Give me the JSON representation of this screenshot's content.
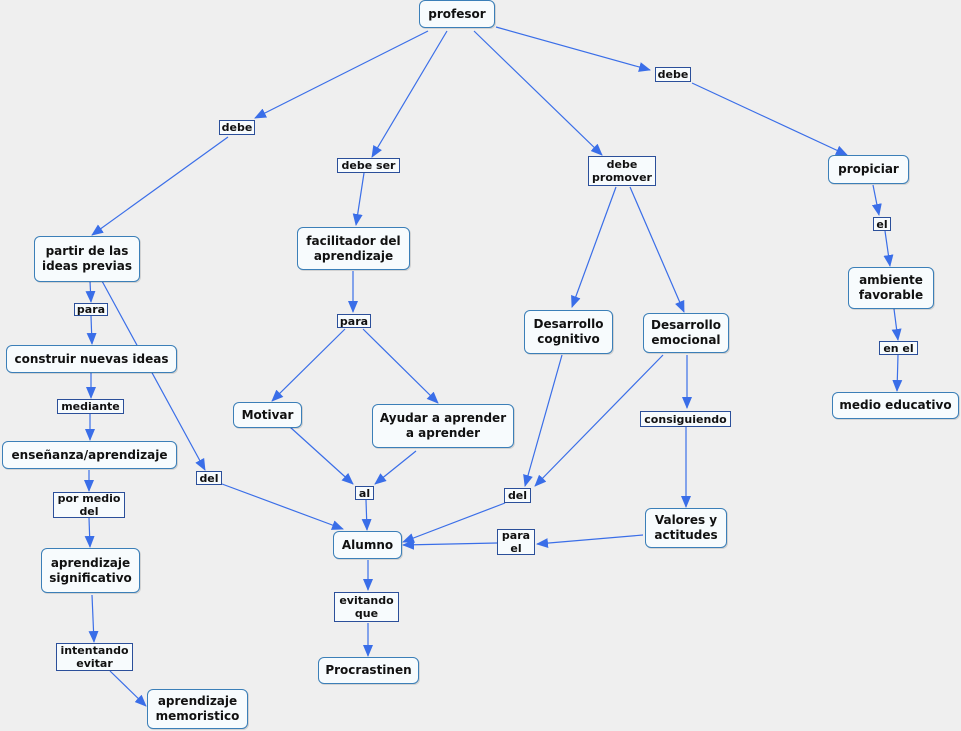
{
  "concepts": {
    "profesor": "profesor",
    "partir": "partir de las\nideas previas",
    "facilitador": "facilitador del\naprendizaje",
    "desarrollo_cognitivo": "Desarrollo\ncognitivo",
    "desarrollo_emocional": "Desarrollo\nemocional",
    "propiciar": "propiciar",
    "ambiente": "ambiente\nfavorable",
    "medio": "medio educativo",
    "construir": "construir nuevas ideas",
    "ensenanza": "enseñanza/aprendizaje",
    "aprendizaje_sig": "aprendizaje\nsignificativo",
    "memoristico": "aprendizaje\nmemoristico",
    "motivar": "Motivar",
    "ayudar": "Ayudar a aprender\na aprender",
    "alumno": "Alumno",
    "valores": "Valores y\nactitudes",
    "procrastinen": "Procrastinen"
  },
  "links": {
    "debe_left": "debe",
    "debe_ser": "debe ser",
    "debe_promover": "debe\npromover",
    "debe_right": "debe",
    "el": "el",
    "en_el": "en el",
    "para_left": "para",
    "mediante": "mediante",
    "por_medio": "por medio\ndel",
    "intentando": "intentando\nevitar",
    "para_mid": "para",
    "del_left": "del",
    "al": "al",
    "del_right": "del",
    "consiguiendo": "consiguiendo",
    "para_el": "para\nel",
    "evitando": "evitando\nque"
  },
  "colors": {
    "edge": "#3a6ee8",
    "node_border": "#3b7fb8",
    "label_border": "#2b4f9a",
    "background": "#efefef"
  }
}
